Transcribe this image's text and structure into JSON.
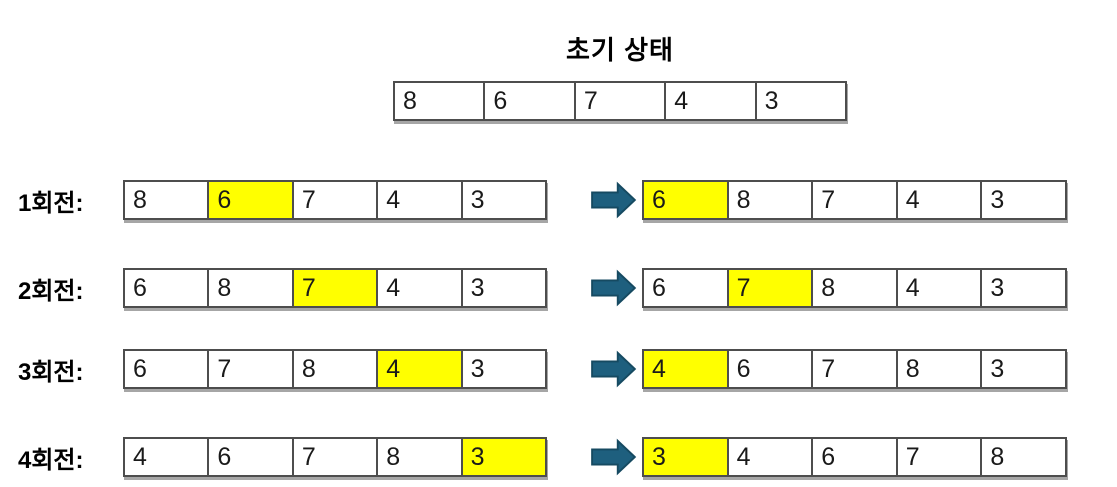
{
  "title": "초기 상태",
  "colors": {
    "highlight": "#FFFF00",
    "arrow_fill": "#1E5F7E",
    "arrow_stroke": "#164A61",
    "cell_border": "#4D4D4D",
    "shadow": "#A6A6A6"
  },
  "icons": {
    "arrow": "right-block-arrow"
  },
  "initial": {
    "values": [
      "8",
      "6",
      "7",
      "4",
      "3"
    ],
    "highlight_index": -1
  },
  "rows": [
    {
      "label": "1회전:",
      "before": {
        "values": [
          "8",
          "6",
          "7",
          "4",
          "3"
        ],
        "highlight_index": 1
      },
      "after": {
        "values": [
          "6",
          "8",
          "7",
          "4",
          "3"
        ],
        "highlight_index": 0
      }
    },
    {
      "label": "2회전:",
      "before": {
        "values": [
          "6",
          "8",
          "7",
          "4",
          "3"
        ],
        "highlight_index": 2
      },
      "after": {
        "values": [
          "6",
          "7",
          "8",
          "4",
          "3"
        ],
        "highlight_index": 1
      }
    },
    {
      "label": "3회전:",
      "before": {
        "values": [
          "6",
          "7",
          "8",
          "4",
          "3"
        ],
        "highlight_index": 3
      },
      "after": {
        "values": [
          "4",
          "6",
          "7",
          "8",
          "3"
        ],
        "highlight_index": 0
      }
    },
    {
      "label": "4회전:",
      "before": {
        "values": [
          "4",
          "6",
          "7",
          "8",
          "3"
        ],
        "highlight_index": 4
      },
      "after": {
        "values": [
          "3",
          "4",
          "6",
          "7",
          "8"
        ],
        "highlight_index": 0
      }
    }
  ]
}
